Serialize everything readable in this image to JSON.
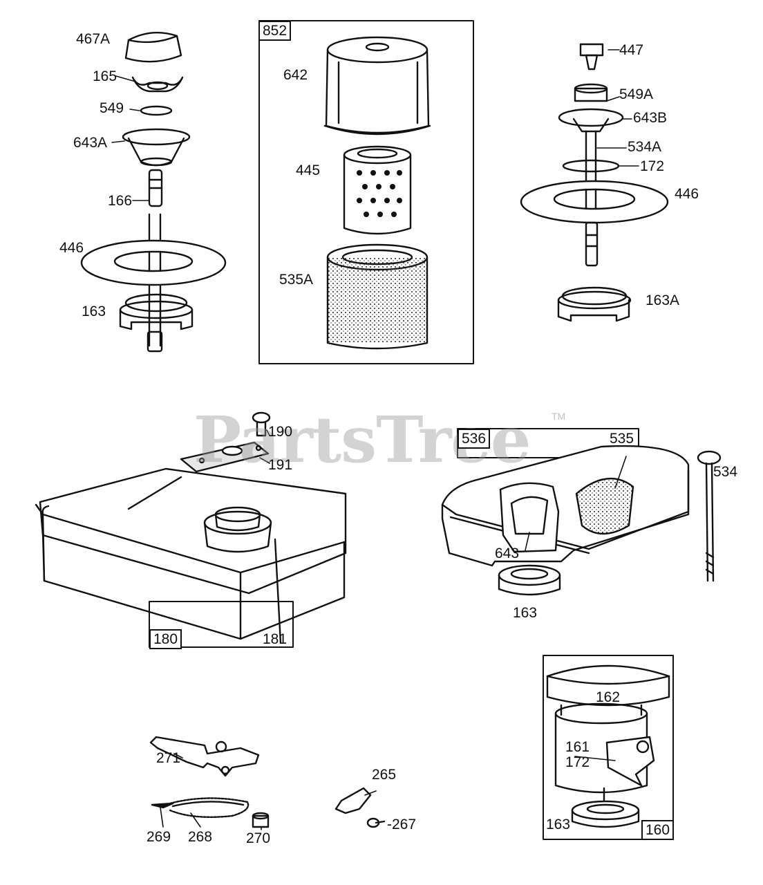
{
  "watermark": {
    "brand": "PartsTree",
    "mark": "TM"
  },
  "assemblies": {
    "a852": "852",
    "a536": "536",
    "a180": "180",
    "a160": "160"
  },
  "callouts": {
    "c467A": "467A",
    "c165": "165",
    "c549": "549",
    "c643A": "643A",
    "c166": "166",
    "c446_left": "446",
    "c163_left": "163",
    "c642": "642",
    "c445": "445",
    "c535A": "535A",
    "c447": "447",
    "c549A": "549A",
    "c643B": "643B",
    "c534A": "534A",
    "c172_right": "172",
    "c446_right": "446",
    "c163A": "163A",
    "c190": "190",
    "c191": "191",
    "c181": "181",
    "c535": "535",
    "c534": "534",
    "c643": "643",
    "c163_mid": "163",
    "c162": "162",
    "c161": "161",
    "c172_box": "172",
    "c163_box": "163",
    "c271": "271",
    "c265": "265",
    "c267": "-267",
    "c269": "269",
    "c268": "268",
    "c270": "270"
  }
}
